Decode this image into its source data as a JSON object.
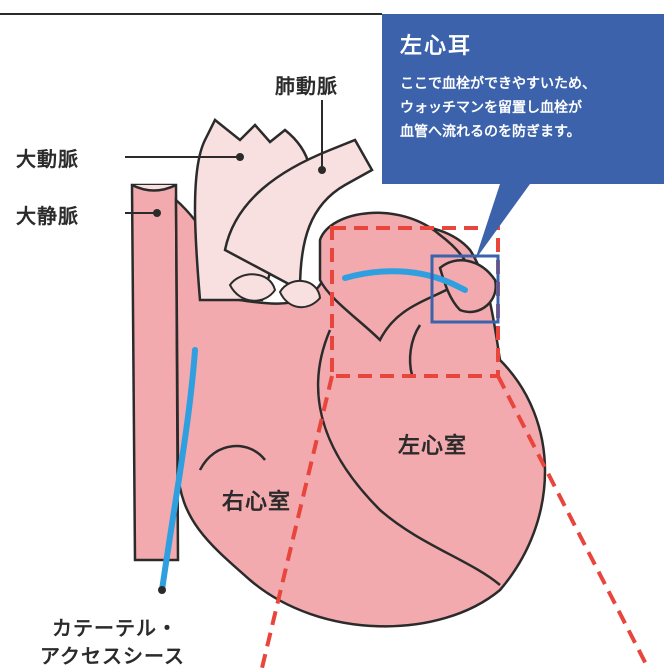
{
  "labels": {
    "pulmonary_artery": "肺動脈",
    "aorta": "大動脈",
    "vena_cava": "大静脈",
    "left_ventricle": "左心室",
    "right_ventricle": "右心室",
    "catheter_line1": "カテーテル・",
    "catheter_line2": "アクセスシース"
  },
  "callout": {
    "title": "左心耳",
    "lines": [
      "ここで血栓ができやすいため、",
      "ウォッチマンを留置し血栓が",
      "血管へ流れるのを防ぎます。"
    ]
  },
  "colors": {
    "callout_bg": "#3c62ac",
    "heart_fill": "#f2aaae",
    "vessel_fill": "#f9e0e0",
    "catheter": "#2f9fdf",
    "zoom_box": "#e8453c",
    "appendage_box": "#3c62ac",
    "outline": "#2b2b2b"
  }
}
